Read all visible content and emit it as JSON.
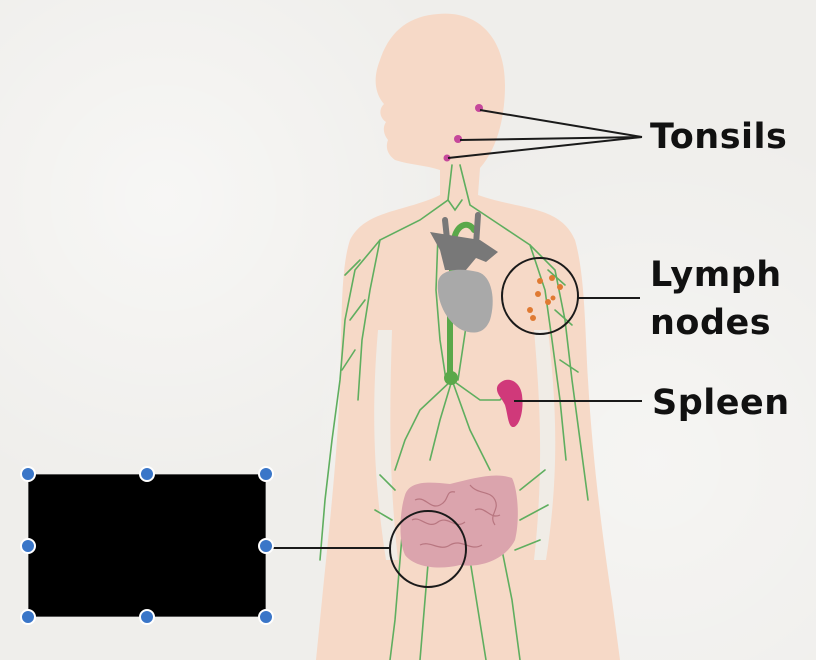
{
  "diagram": {
    "labels": {
      "tonsils": "Tonsils",
      "lymph_nodes_line1": "Lymph",
      "lymph_nodes_line2": "nodes",
      "spleen": "Spleen"
    },
    "redacted_label": {
      "value": "",
      "selected": true,
      "handles": 8
    },
    "colors": {
      "background": "#efeeeb",
      "skin": "#f6d9c7",
      "lymph_vessels": "#5fae5f",
      "heart": "#a9a9a9",
      "spleen": "#d0397a",
      "intestines": "#dba4ad",
      "lymph_node_dots": "#e07a32",
      "tonsils": "#c6489b",
      "selection_handle": "#3a76c8",
      "leader_line": "#1a1a1a"
    }
  }
}
